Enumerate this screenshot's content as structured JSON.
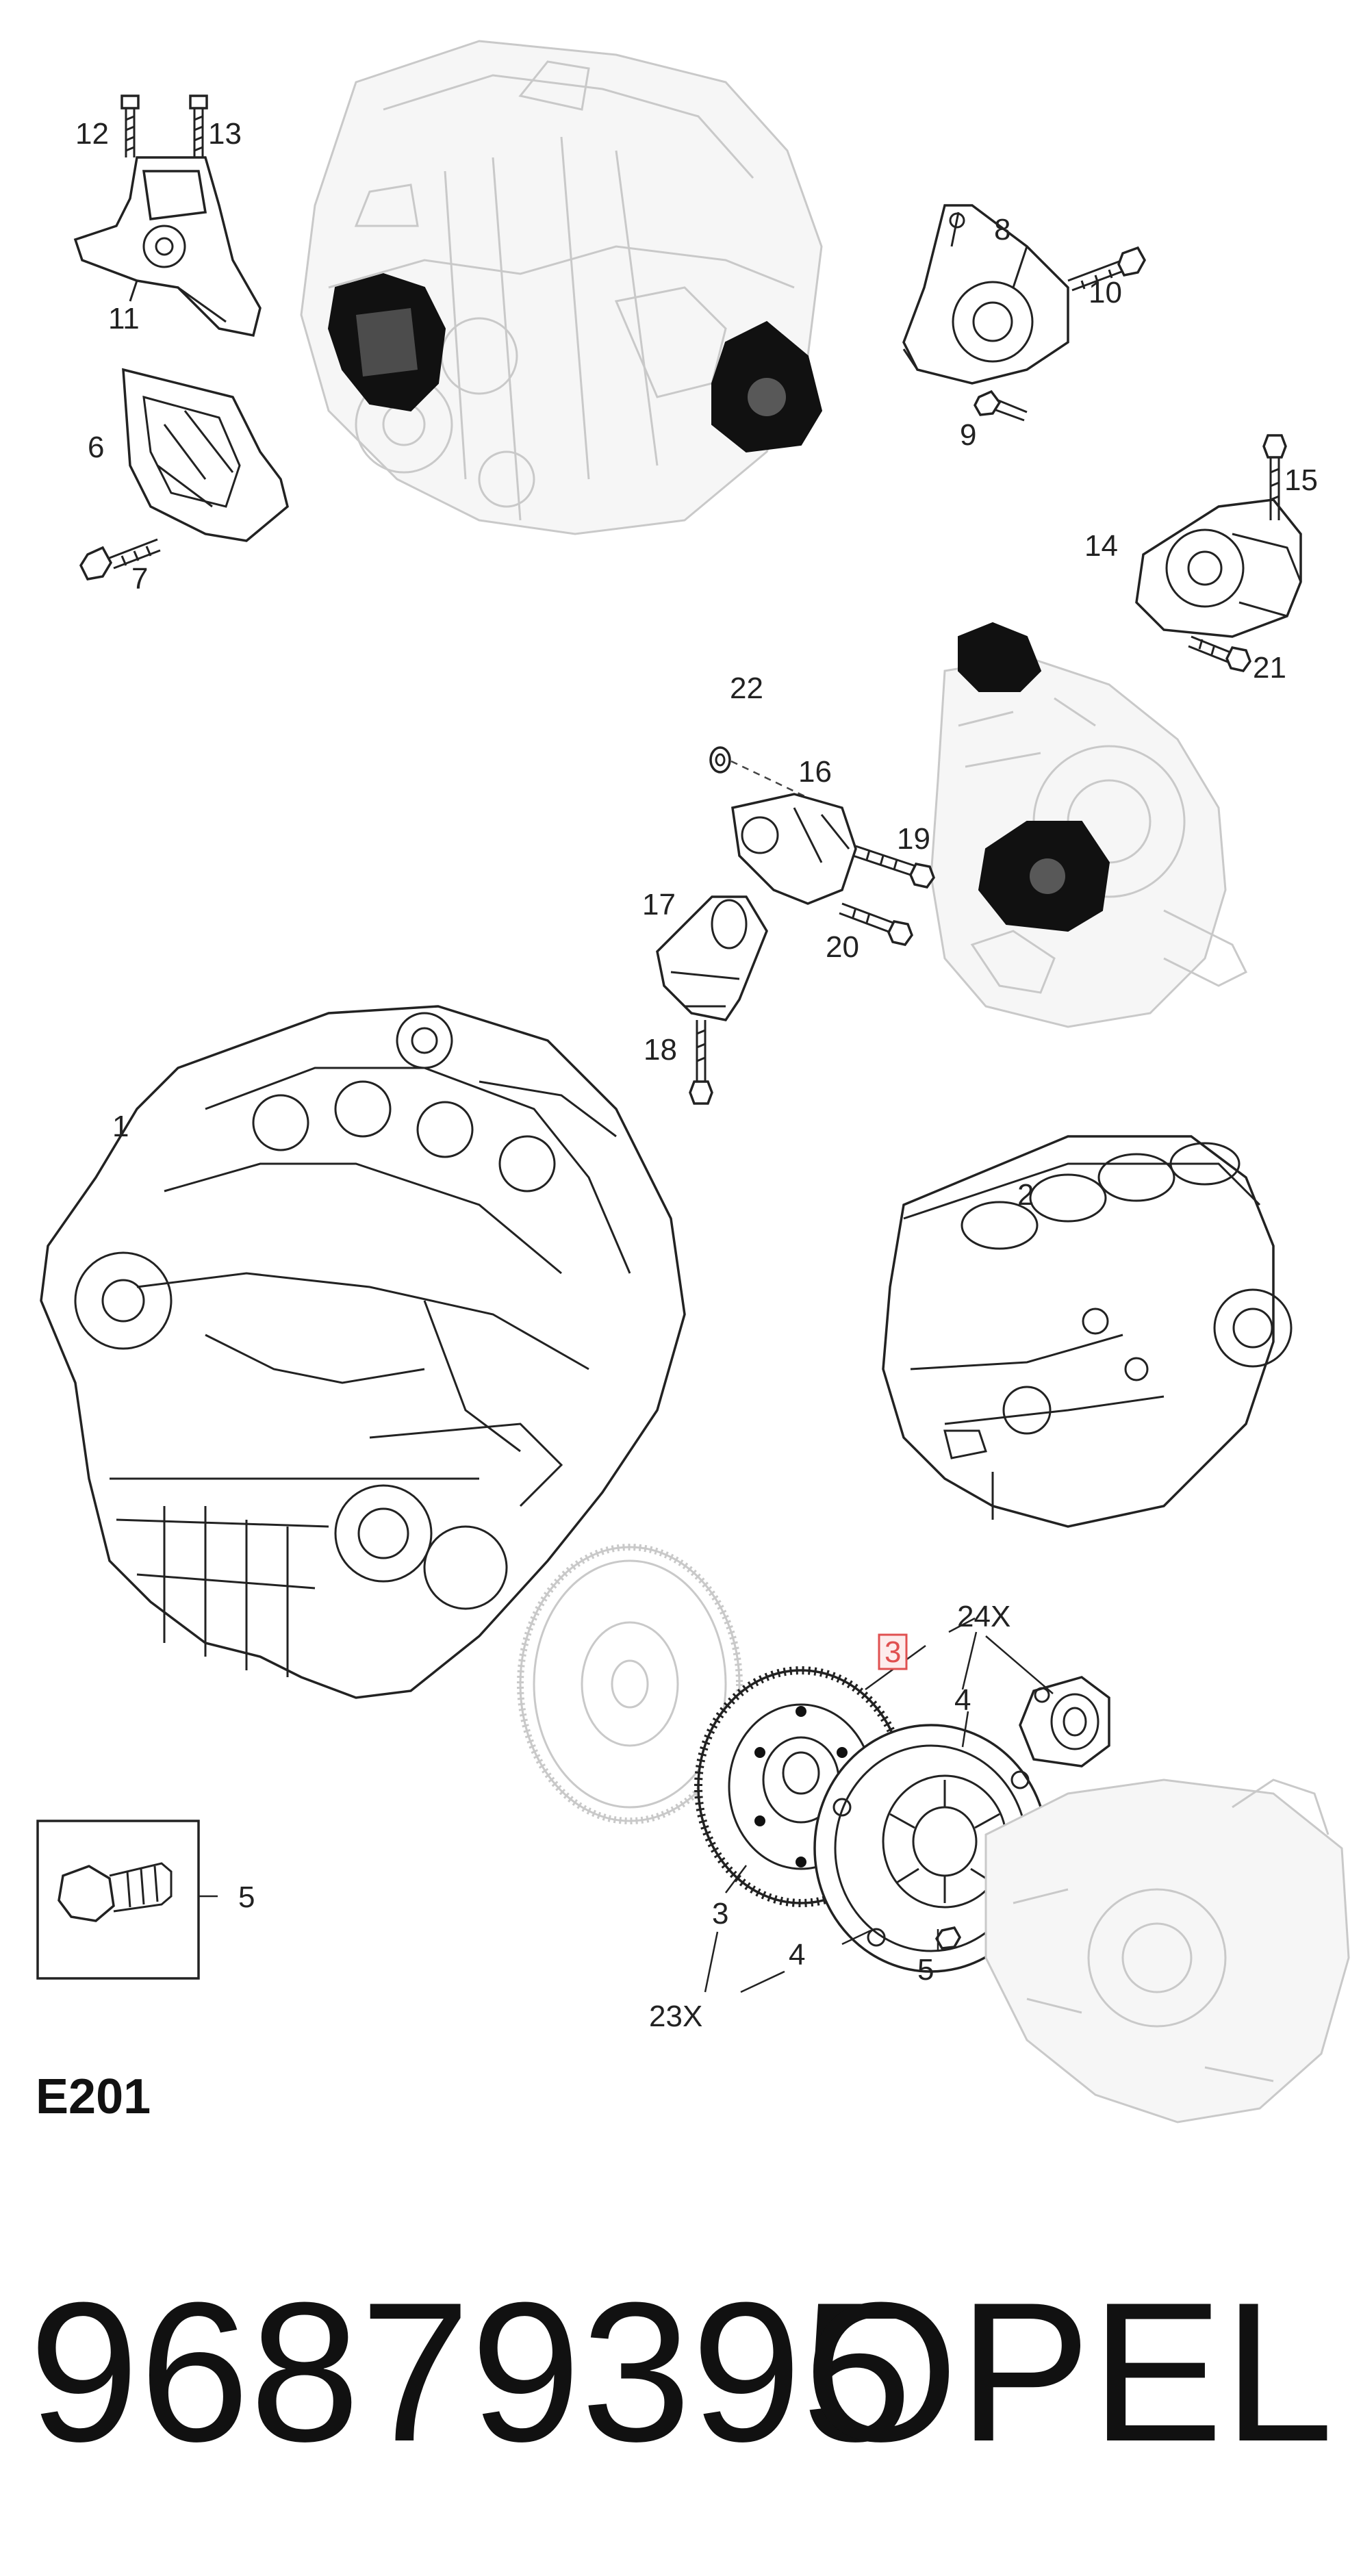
{
  "labels": {
    "l1": "1",
    "l2": "2",
    "l3_highlight": "3",
    "l3": "3",
    "l4_top": "4",
    "l4_bottom": "4",
    "l5_box": "5",
    "l5": "5",
    "l6": "6",
    "l7": "7",
    "l8": "8",
    "l9": "9",
    "l10": "10",
    "l11": "11",
    "l12": "12",
    "l13": "13",
    "l14": "14",
    "l15": "15",
    "l16": "16",
    "l17": "17",
    "l18": "18",
    "l19": "19",
    "l20": "20",
    "l21": "21",
    "l22": "22",
    "l23x": "23X",
    "l24x": "24X"
  },
  "group_code": "E201",
  "part_number": "96879395",
  "brand": "OPEL",
  "highlight_color": "#e05050"
}
